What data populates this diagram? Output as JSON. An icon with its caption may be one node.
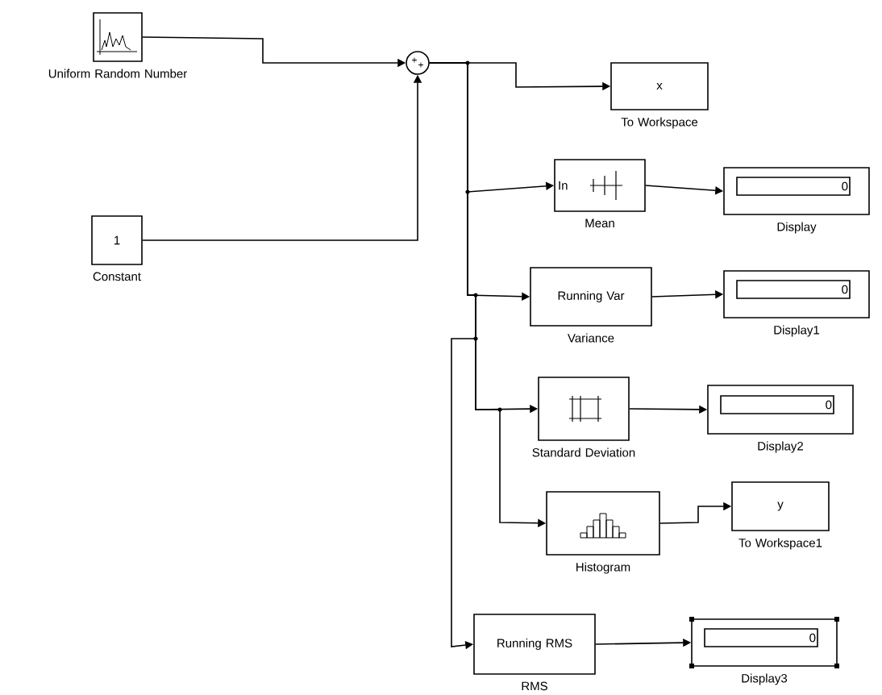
{
  "diagram": {
    "nodes": [
      {
        "text": [
          "Uniform Random Number"
        ]
      },
      {
        "text": [
          "1",
          "Constant"
        ]
      },
      {
        "text": [
          "+",
          "+"
        ]
      },
      {
        "text": [
          "x",
          "To Workspace"
        ]
      },
      {
        "text": [
          "In",
          "Mean"
        ]
      },
      {
        "text": [
          "0",
          "Display"
        ]
      },
      {
        "text": [
          "Running Var",
          "Variance"
        ]
      },
      {
        "text": [
          "0",
          "Display1"
        ]
      },
      {
        "text": [
          "Standard Deviation"
        ]
      },
      {
        "text": [
          "0",
          "Display2"
        ]
      },
      {
        "text": [
          "Histogram"
        ]
      },
      {
        "text": [
          "y",
          "To Workspace1"
        ]
      },
      {
        "text": [
          "Running RMS",
          "RMS"
        ]
      },
      {
        "text": [
          "0",
          "Display3"
        ]
      }
    ],
    "edges": [
      {
        "from": 0,
        "to": 2,
        "arrow": "to"
      },
      {
        "from": 1,
        "to": 2,
        "arrow": "to"
      },
      {
        "from": 2,
        "to": 3,
        "arrow": "to"
      },
      {
        "from": 2,
        "to": 4,
        "arrow": "to"
      },
      {
        "from": 2,
        "to": 6,
        "arrow": "to"
      },
      {
        "from": 2,
        "to": 8,
        "arrow": "to"
      },
      {
        "from": 2,
        "to": 10,
        "arrow": "to"
      },
      {
        "from": 2,
        "to": 12,
        "arrow": "to"
      },
      {
        "from": 4,
        "to": 5,
        "arrow": "to"
      },
      {
        "from": 6,
        "to": 7,
        "arrow": "to"
      },
      {
        "from": 8,
        "to": 9,
        "arrow": "to"
      },
      {
        "from": 10,
        "to": 11,
        "arrow": "to"
      },
      {
        "from": 12,
        "to": 13,
        "arrow": "to"
      }
    ]
  }
}
